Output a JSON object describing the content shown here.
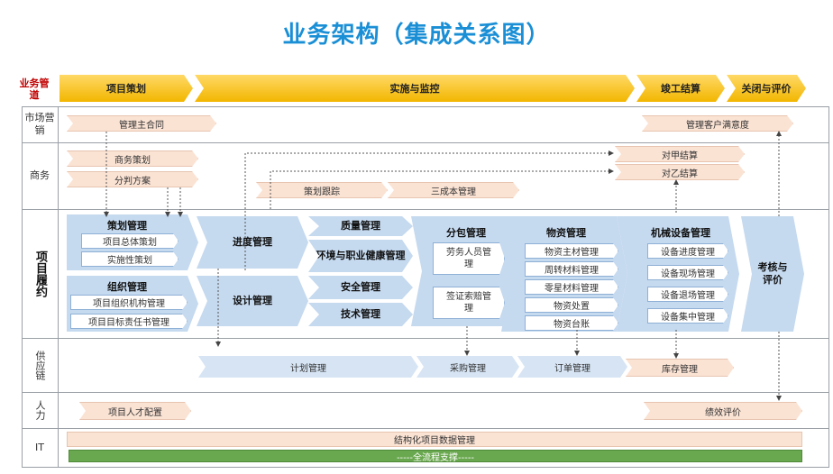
{
  "title": "业务架构（集成关系图）",
  "corner_label": "业务管道",
  "phases": [
    "项目策划",
    "实施与监控",
    "竣工结算",
    "关闭与评价"
  ],
  "rows": {
    "market": "市场营销",
    "business": "商务",
    "project": "项目履约",
    "supply": "供应链",
    "hr": "人力",
    "it": "IT"
  },
  "market": {
    "contract": "管理主合同",
    "satisfaction": "管理客户满意度"
  },
  "business": {
    "planning": "商务策划",
    "split_plan": "分判方案",
    "settle_a": "对甲结算",
    "settle_b": "对乙结算",
    "plan_track": "策划跟踪",
    "three_cost": "三成本管理"
  },
  "project": {
    "planning_mgmt": "策划管理",
    "overall_plan": "项目总体策划",
    "impl_plan": "实施性策划",
    "org_mgmt": "组织管理",
    "org_struct": "项目组织机构管理",
    "target_resp": "项目目标责任书管理",
    "schedule": "进度管理",
    "design": "设计管理",
    "quality": "质量管理",
    "env_health": "环境与职业健康管理",
    "safety": "安全管理",
    "tech": "技术管理",
    "subcontract": "分包管理",
    "labor": "劳务人员管理",
    "visa_claim": "签证索赔管理",
    "material": "物资管理",
    "main_material": "物资主材管理",
    "turnover": "周转材料管理",
    "misc_material": "零星材料管理",
    "disposal": "物资处置",
    "ledger": "物资台账",
    "equipment": "机械设备管理",
    "eq_progress": "设备进度管理",
    "eq_site": "设备现场管理",
    "eq_exit": "设备退场管理",
    "eq_central": "设备集中管理",
    "evaluate": "考核与评价"
  },
  "supply": {
    "plan": "计划管理",
    "purchase": "采购管理",
    "order": "订单管理",
    "inventory": "库存管理"
  },
  "hr": {
    "staffing": "项目人才配置",
    "performance": "绩效评价"
  },
  "it": {
    "structured_data": "结构化项目数据管理",
    "full_support": "-----全流程支撑-----"
  },
  "colors": {
    "title": "#1a8fd6",
    "phase": "#f2b600",
    "peach": "#fbe3d4",
    "blue": "#c5d9ef",
    "green": "#6aa84f"
  }
}
